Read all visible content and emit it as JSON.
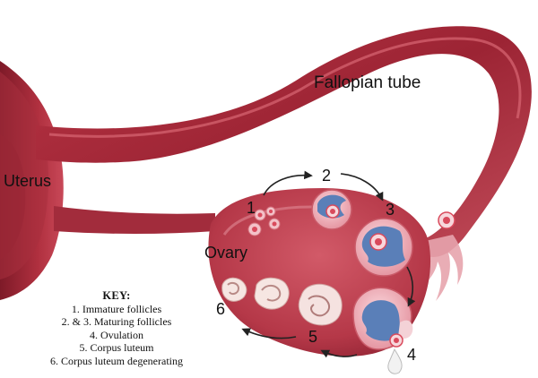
{
  "labels": {
    "fallopian_tube": "Fallopian tube",
    "uterus": "Uterus",
    "ovary": "Ovary"
  },
  "stage_numbers": [
    "1",
    "2",
    "3",
    "4",
    "5",
    "6"
  ],
  "key": {
    "title": "KEY:",
    "items": [
      "1. Immature follicles",
      "2. & 3. Maturing follicles",
      "4. Ovulation",
      "5. Corpus luteum",
      "6. Corpus luteum degenerating"
    ]
  },
  "colors": {
    "tissue_dark": "#8a1e2e",
    "tissue_mid": "#c04a58",
    "tissue_light": "#e58b95",
    "follicle_fill": "#f2b8c0",
    "follicle_core": "#5a7fb8",
    "egg": "#f7d7dc"
  }
}
